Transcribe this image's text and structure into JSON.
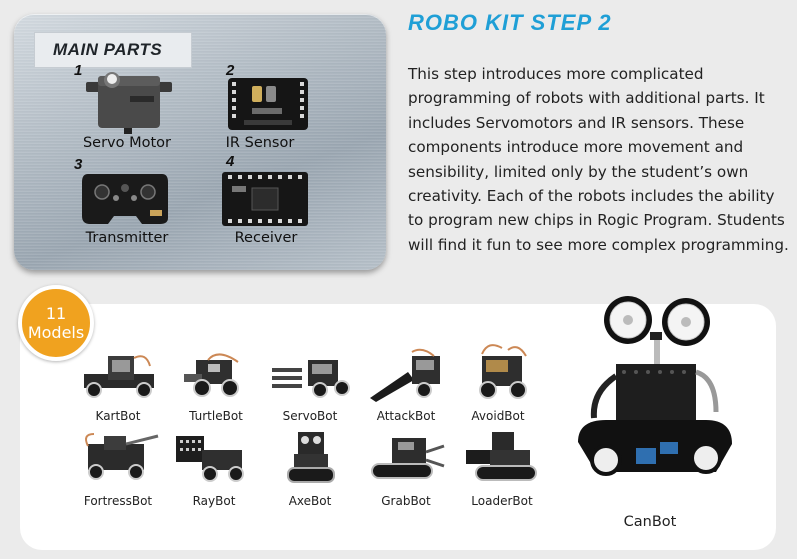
{
  "main_parts": {
    "title": "MAIN PARTS",
    "items": [
      {
        "number": "1",
        "label": "Servo Motor"
      },
      {
        "number": "2",
        "label": "IR Sensor"
      },
      {
        "number": "3",
        "label": "Transmitter"
      },
      {
        "number": "4",
        "label": "Receiver"
      }
    ]
  },
  "step": {
    "title": "ROBO KIT STEP 2",
    "description": "This step introduces more complicated programming of robots with additional parts. It includes Servomotors and IR sensors. These components introduce more movement and sensibility, limited only by the student’s own creativity. Each of the robots includes the ability to program new chips in Rogic Program. Students will find it fun to see more complex programming."
  },
  "models": {
    "badge_count": "11",
    "badge_label": "Models",
    "row1": [
      "KartBot",
      "TurtleBot",
      "ServoBot",
      "AttackBot",
      "AvoidBot"
    ],
    "row2": [
      "FortressBot",
      "RayBot",
      "AxeBot",
      "GrabBot",
      "LoaderBot"
    ],
    "featured": "CanBot"
  },
  "colors": {
    "accent_blue": "#1f9fd6",
    "badge_orange": "#f0a21f",
    "panel_metal": "#a9b4be"
  }
}
